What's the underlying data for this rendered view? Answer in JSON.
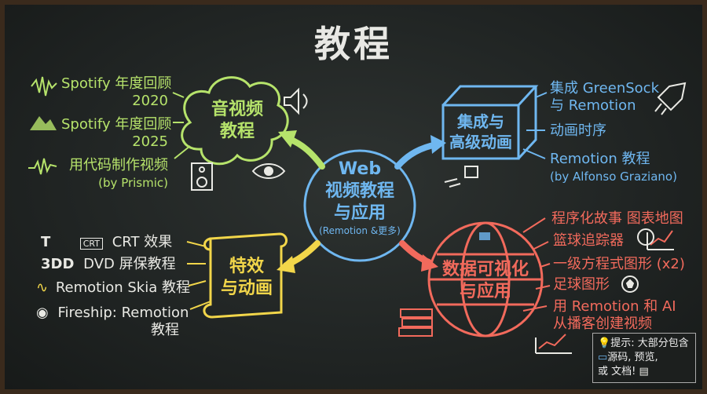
{
  "title": "教程",
  "center": {
    "line1": "Web",
    "line2": "视频教程",
    "line3": "与应用",
    "note": "(Remotion &更多)"
  },
  "av": {
    "label1": "音视频",
    "label2": "教程",
    "items": [
      {
        "text": "Spotify 年度回顾",
        "sub": "2020"
      },
      {
        "text": "Spotify 年度回顾",
        "sub": "2025"
      },
      {
        "text": "用代码制作视频",
        "sub": "(by Prismic)"
      }
    ]
  },
  "advanced": {
    "label1": "集成与",
    "label2": "高级动画",
    "items": [
      {
        "text": "集成 GreenSock",
        "sub": "与 Remotion"
      },
      {
        "text": "动画时序",
        "sub": ""
      },
      {
        "text": "Remotion 教程",
        "sub": "(by Alfonso Graziano)"
      }
    ]
  },
  "effects": {
    "label1": "特效",
    "label2": "与动画",
    "items": [
      {
        "icon": "CRT",
        "text": "CRT 效果"
      },
      {
        "icon": "3DD",
        "text": "DVD 屏保教程"
      },
      {
        "icon": "",
        "text": "Remotion Skia 教程"
      },
      {
        "icon": "",
        "text": "Fireship: Remotion",
        "sub": "教程"
      }
    ]
  },
  "dataviz": {
    "label1": "数据可视化",
    "label2": "与应用",
    "items": [
      {
        "text": "程序化故事 图表地图"
      },
      {
        "text": "篮球追踪器"
      },
      {
        "text": "一级方程式图形 (x2)"
      },
      {
        "text": "足球图形"
      },
      {
        "text": "用 Remotion 和 AI",
        "sub": "从播客创建视频"
      }
    ]
  },
  "tip": {
    "line1": "提示: 大部分包含",
    "line2": "源码, 预览,",
    "line3": "或 文档!"
  },
  "colors": {
    "green": "#b6e36b",
    "blue": "#6fb7f0",
    "yellow": "#f2d64a",
    "red": "#f26a5c",
    "chalk": "#e9e9e4"
  }
}
